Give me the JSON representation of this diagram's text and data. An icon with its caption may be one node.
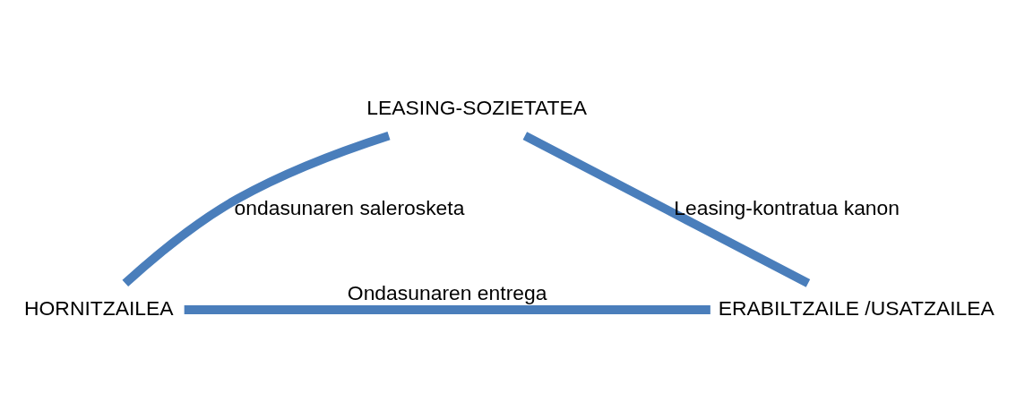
{
  "diagram": {
    "nodes": [
      {
        "text": [
          "LEASING-SOZIETATEA"
        ]
      },
      {
        "text": [
          "HORNITZAILEA"
        ]
      },
      {
        "text": [
          "ERABILTZAILE /USATZAILEA"
        ]
      }
    ],
    "edges": [
      {
        "from": 1,
        "to": 0,
        "arrow": "none",
        "label": "ondasunaren salerosketa"
      },
      {
        "from": 0,
        "to": 2,
        "arrow": "none",
        "label": "Leasing-kontratua kanon"
      },
      {
        "from": 1,
        "to": 2,
        "arrow": "none",
        "label": "Ondasunaren entrega"
      }
    ]
  }
}
